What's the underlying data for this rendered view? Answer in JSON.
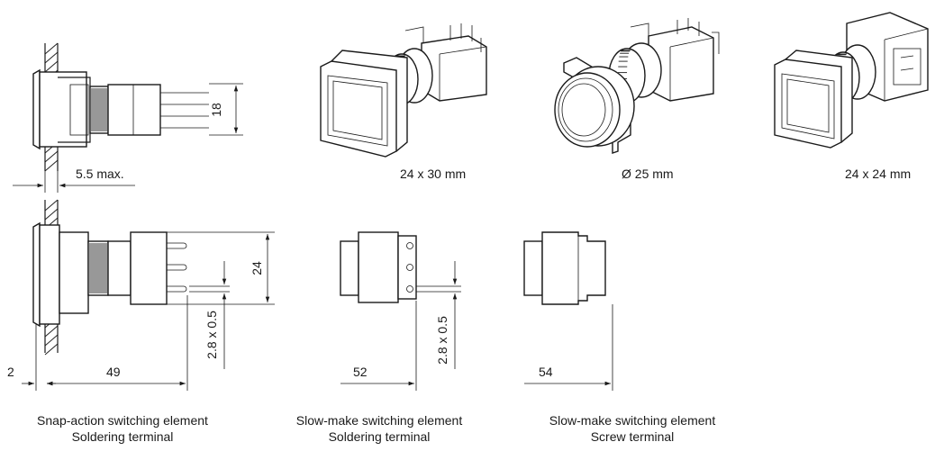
{
  "dimensions": {
    "height_18": "18",
    "panel_max": "5.5 max.",
    "height_24": "24",
    "pin_2_8": "2.8 x 0.5",
    "pin_2_8_b": "2.8 x 0.5",
    "offset_2": "2",
    "length_49": "49",
    "length_52": "52",
    "length_54": "54"
  },
  "variants": [
    {
      "size": "24 x 30 mm"
    },
    {
      "size": "Ø 25 mm"
    },
    {
      "size": "24 x 24 mm"
    }
  ],
  "captions": [
    {
      "line1": "Snap-action switching element",
      "line2": "Soldering terminal"
    },
    {
      "line1": "Slow-make switching element",
      "line2": "Soldering terminal"
    },
    {
      "line1": "Slow-make switching element",
      "line2": "Screw terminal"
    }
  ]
}
